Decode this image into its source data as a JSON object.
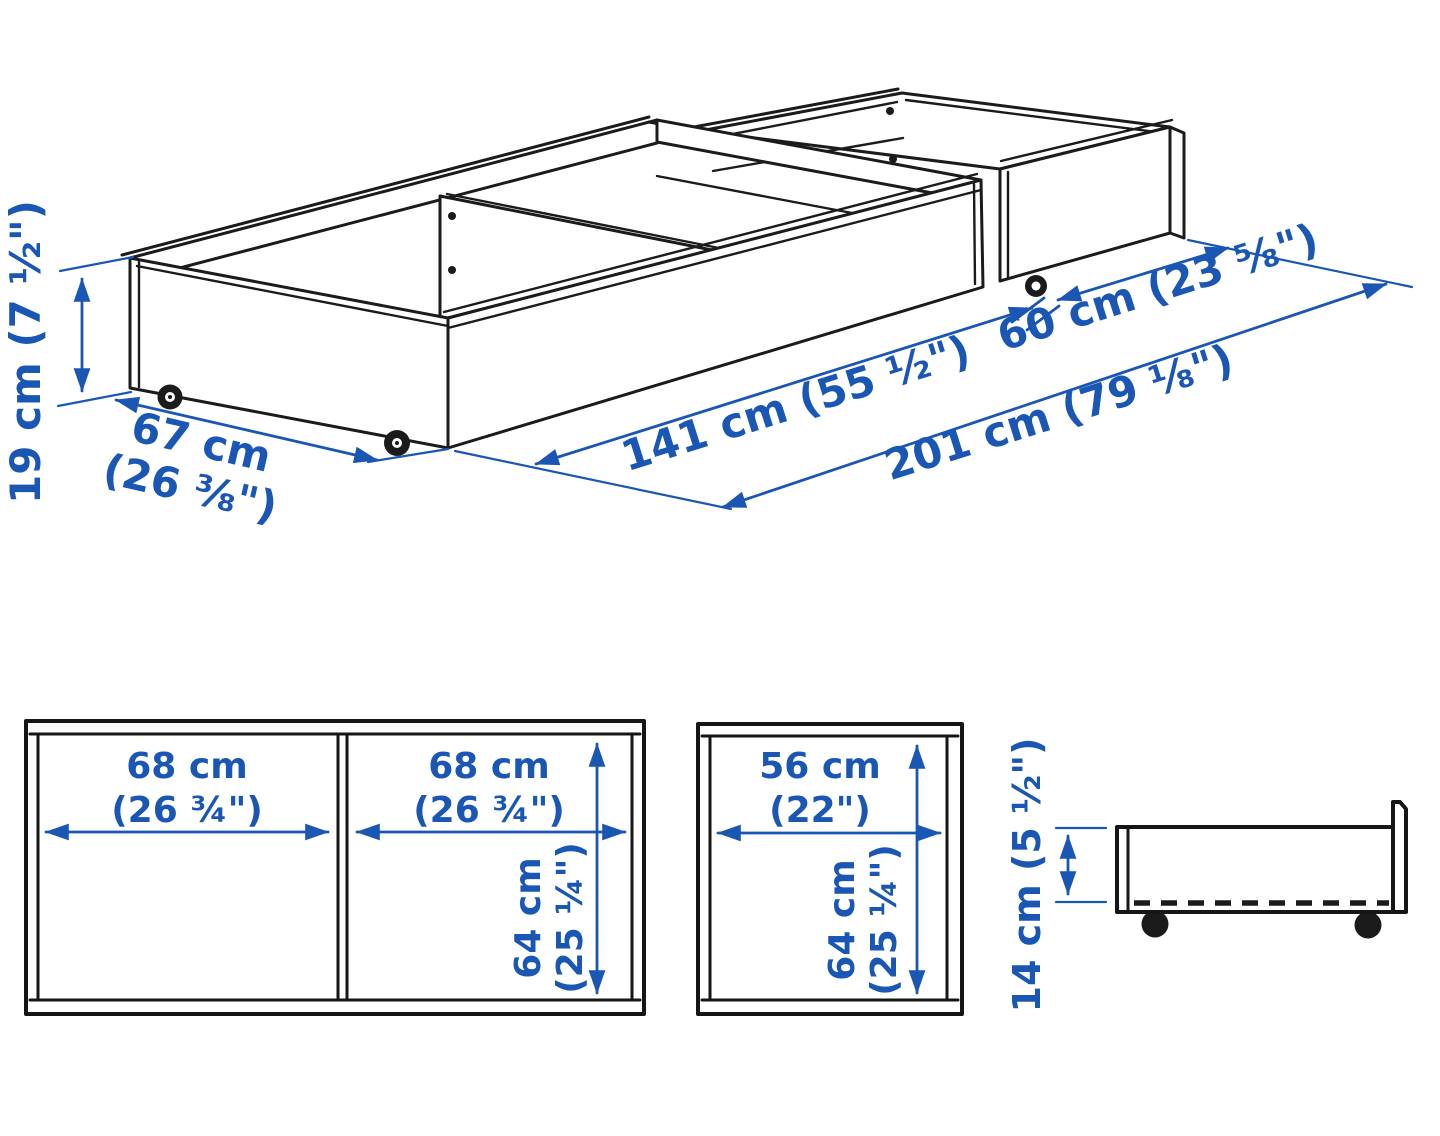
{
  "colors": {
    "dimension_blue": "#1a56b4",
    "line_black": "#1b1b1b",
    "background": "#ffffff"
  },
  "iso_view": {
    "height_label": "19 cm (7 ½\")",
    "depth_label_line1": "67 cm",
    "depth_label_line2": "(26 ⅜\")",
    "large_box_length_label": "141 cm (55 ½\")",
    "small_box_length_label": "60 cm (23 ⅝\")",
    "total_length_label": "201 cm (79 ⅛\")"
  },
  "front_view": {
    "left_width_line1": "68 cm",
    "left_width_line2": "(26 ¾\")",
    "right_width_line1": "68 cm",
    "right_width_line2": "(26 ¾\")",
    "height_line1": "64 cm",
    "height_line2": "(25 ¼\")"
  },
  "end_view": {
    "width_line1": "56 cm",
    "width_line2": "(22\")",
    "height_line1": "64 cm",
    "height_line2": "(25 ¼\")"
  },
  "side_view": {
    "height_label": "14 cm (5 ½\")"
  }
}
